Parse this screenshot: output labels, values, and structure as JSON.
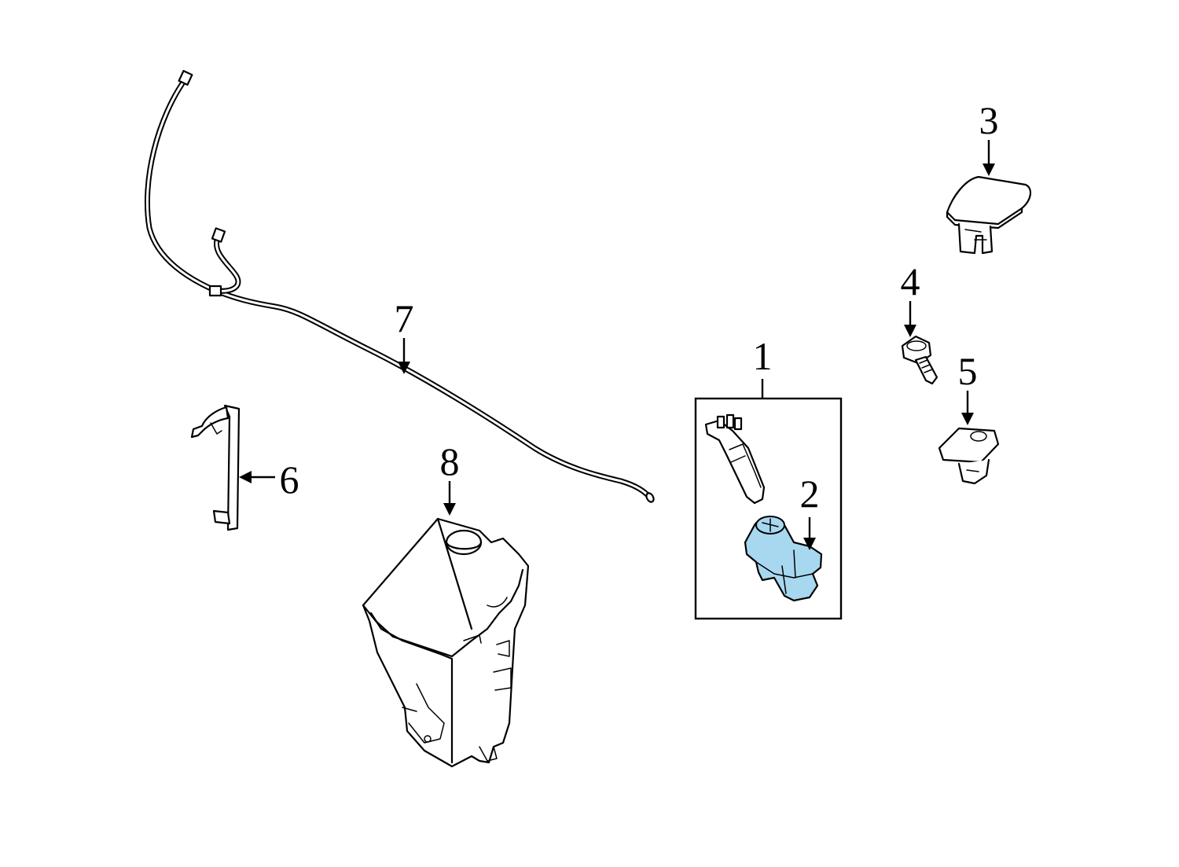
{
  "callouts": {
    "c1": "1",
    "c2": "2",
    "c3": "3",
    "c4": "4",
    "c5": "5",
    "c6": "6",
    "c7": "7",
    "c8": "8"
  },
  "colors": {
    "highlight_fill": "#a8d8f0",
    "line": "#000000",
    "background": "#ffffff"
  }
}
